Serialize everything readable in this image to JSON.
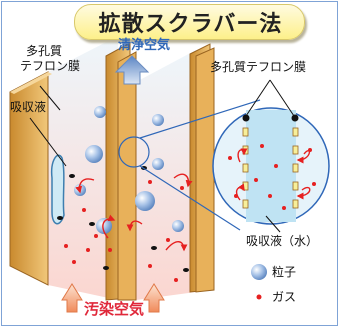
{
  "title": "拡散スクラバー法",
  "labels": {
    "porous_membrane_left": [
      "多孔質",
      "テフロン膜"
    ],
    "absorbent": "吸収液",
    "clean_air": "清浄空気",
    "porous_membrane_right": "多孔質テフロン膜",
    "absorbent_water": "吸収液（水）",
    "dirty_air": "汚染空気"
  },
  "legend": [
    {
      "symbol": "particle-icon",
      "label": "粒子"
    },
    {
      "symbol": "gas-dot-icon",
      "label": "ガス"
    }
  ],
  "colors": {
    "title_fill": "#fdf08a",
    "membrane_panel": "#e8b15a",
    "panel_dark": "#c8862c",
    "clean_arrow": "#7fa3d6",
    "dirty_arrow": "#f4a77a",
    "gas": "#e62020",
    "particle": "#7fa6d8",
    "absorbent": "#cfeaf5"
  }
}
